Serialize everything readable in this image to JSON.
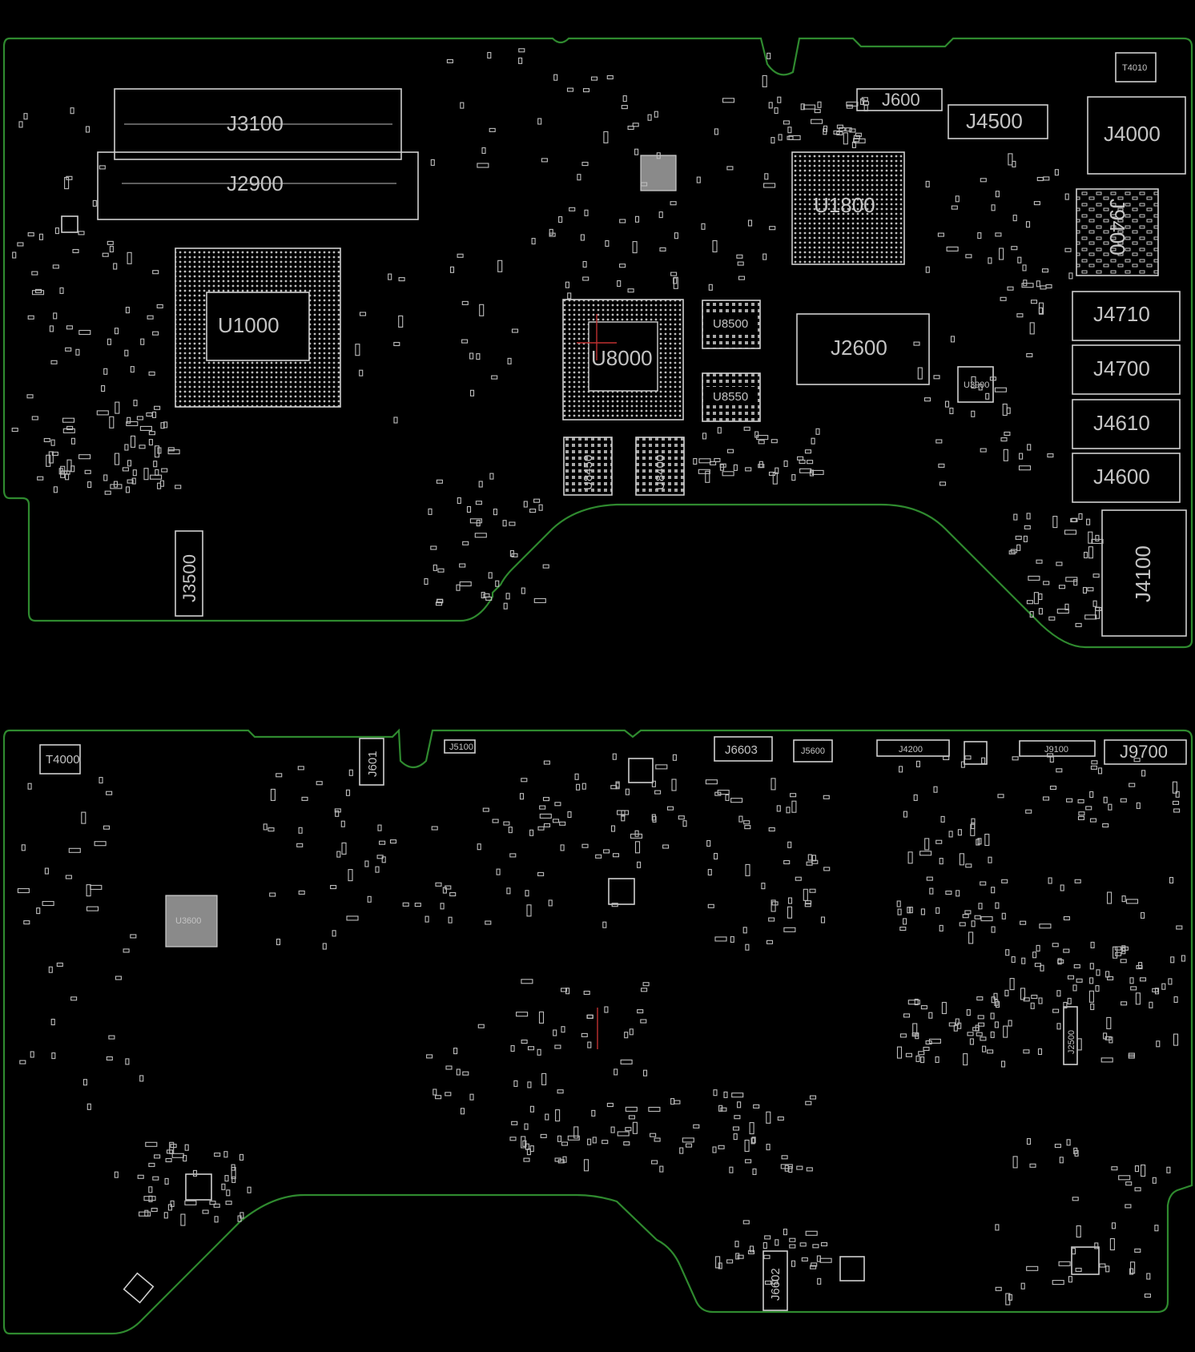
{
  "colors": {
    "background": "#000000",
    "outline": "#2f8a2f",
    "silkscreen": "#cfcfcf",
    "marker": "#c03030"
  },
  "top_side": {
    "connectors": {
      "j3100": "J3100",
      "j2900": "J2900",
      "j600": "J600",
      "j4500": "J4500",
      "j4000": "J4000",
      "j9400": "J9400",
      "j4710": "J4710",
      "j4700": "J4700",
      "j4610": "J4610",
      "j4600": "J4600",
      "j4100": "J4100",
      "j2600": "J2600",
      "j3500": "J3500",
      "t4010": "T4010"
    },
    "chips": {
      "u1000": "U1000",
      "u1800": "U1800",
      "u8000": "U8000",
      "u8500": "U8500",
      "u8550": "U8550",
      "u8450": "U8450",
      "u8400": "U8400",
      "u3900": "U3900"
    }
  },
  "bottom_side": {
    "connectors": {
      "t4000": "T4000",
      "j601": "J601",
      "j5100": "J5100",
      "j6603": "J6603",
      "j5600": "J5600",
      "j4200": "J4200",
      "j9100": "J9100",
      "j9700": "J9700",
      "j2500": "J2500",
      "j6602": "J6602"
    },
    "chips": {
      "u3600": "U3600"
    }
  }
}
